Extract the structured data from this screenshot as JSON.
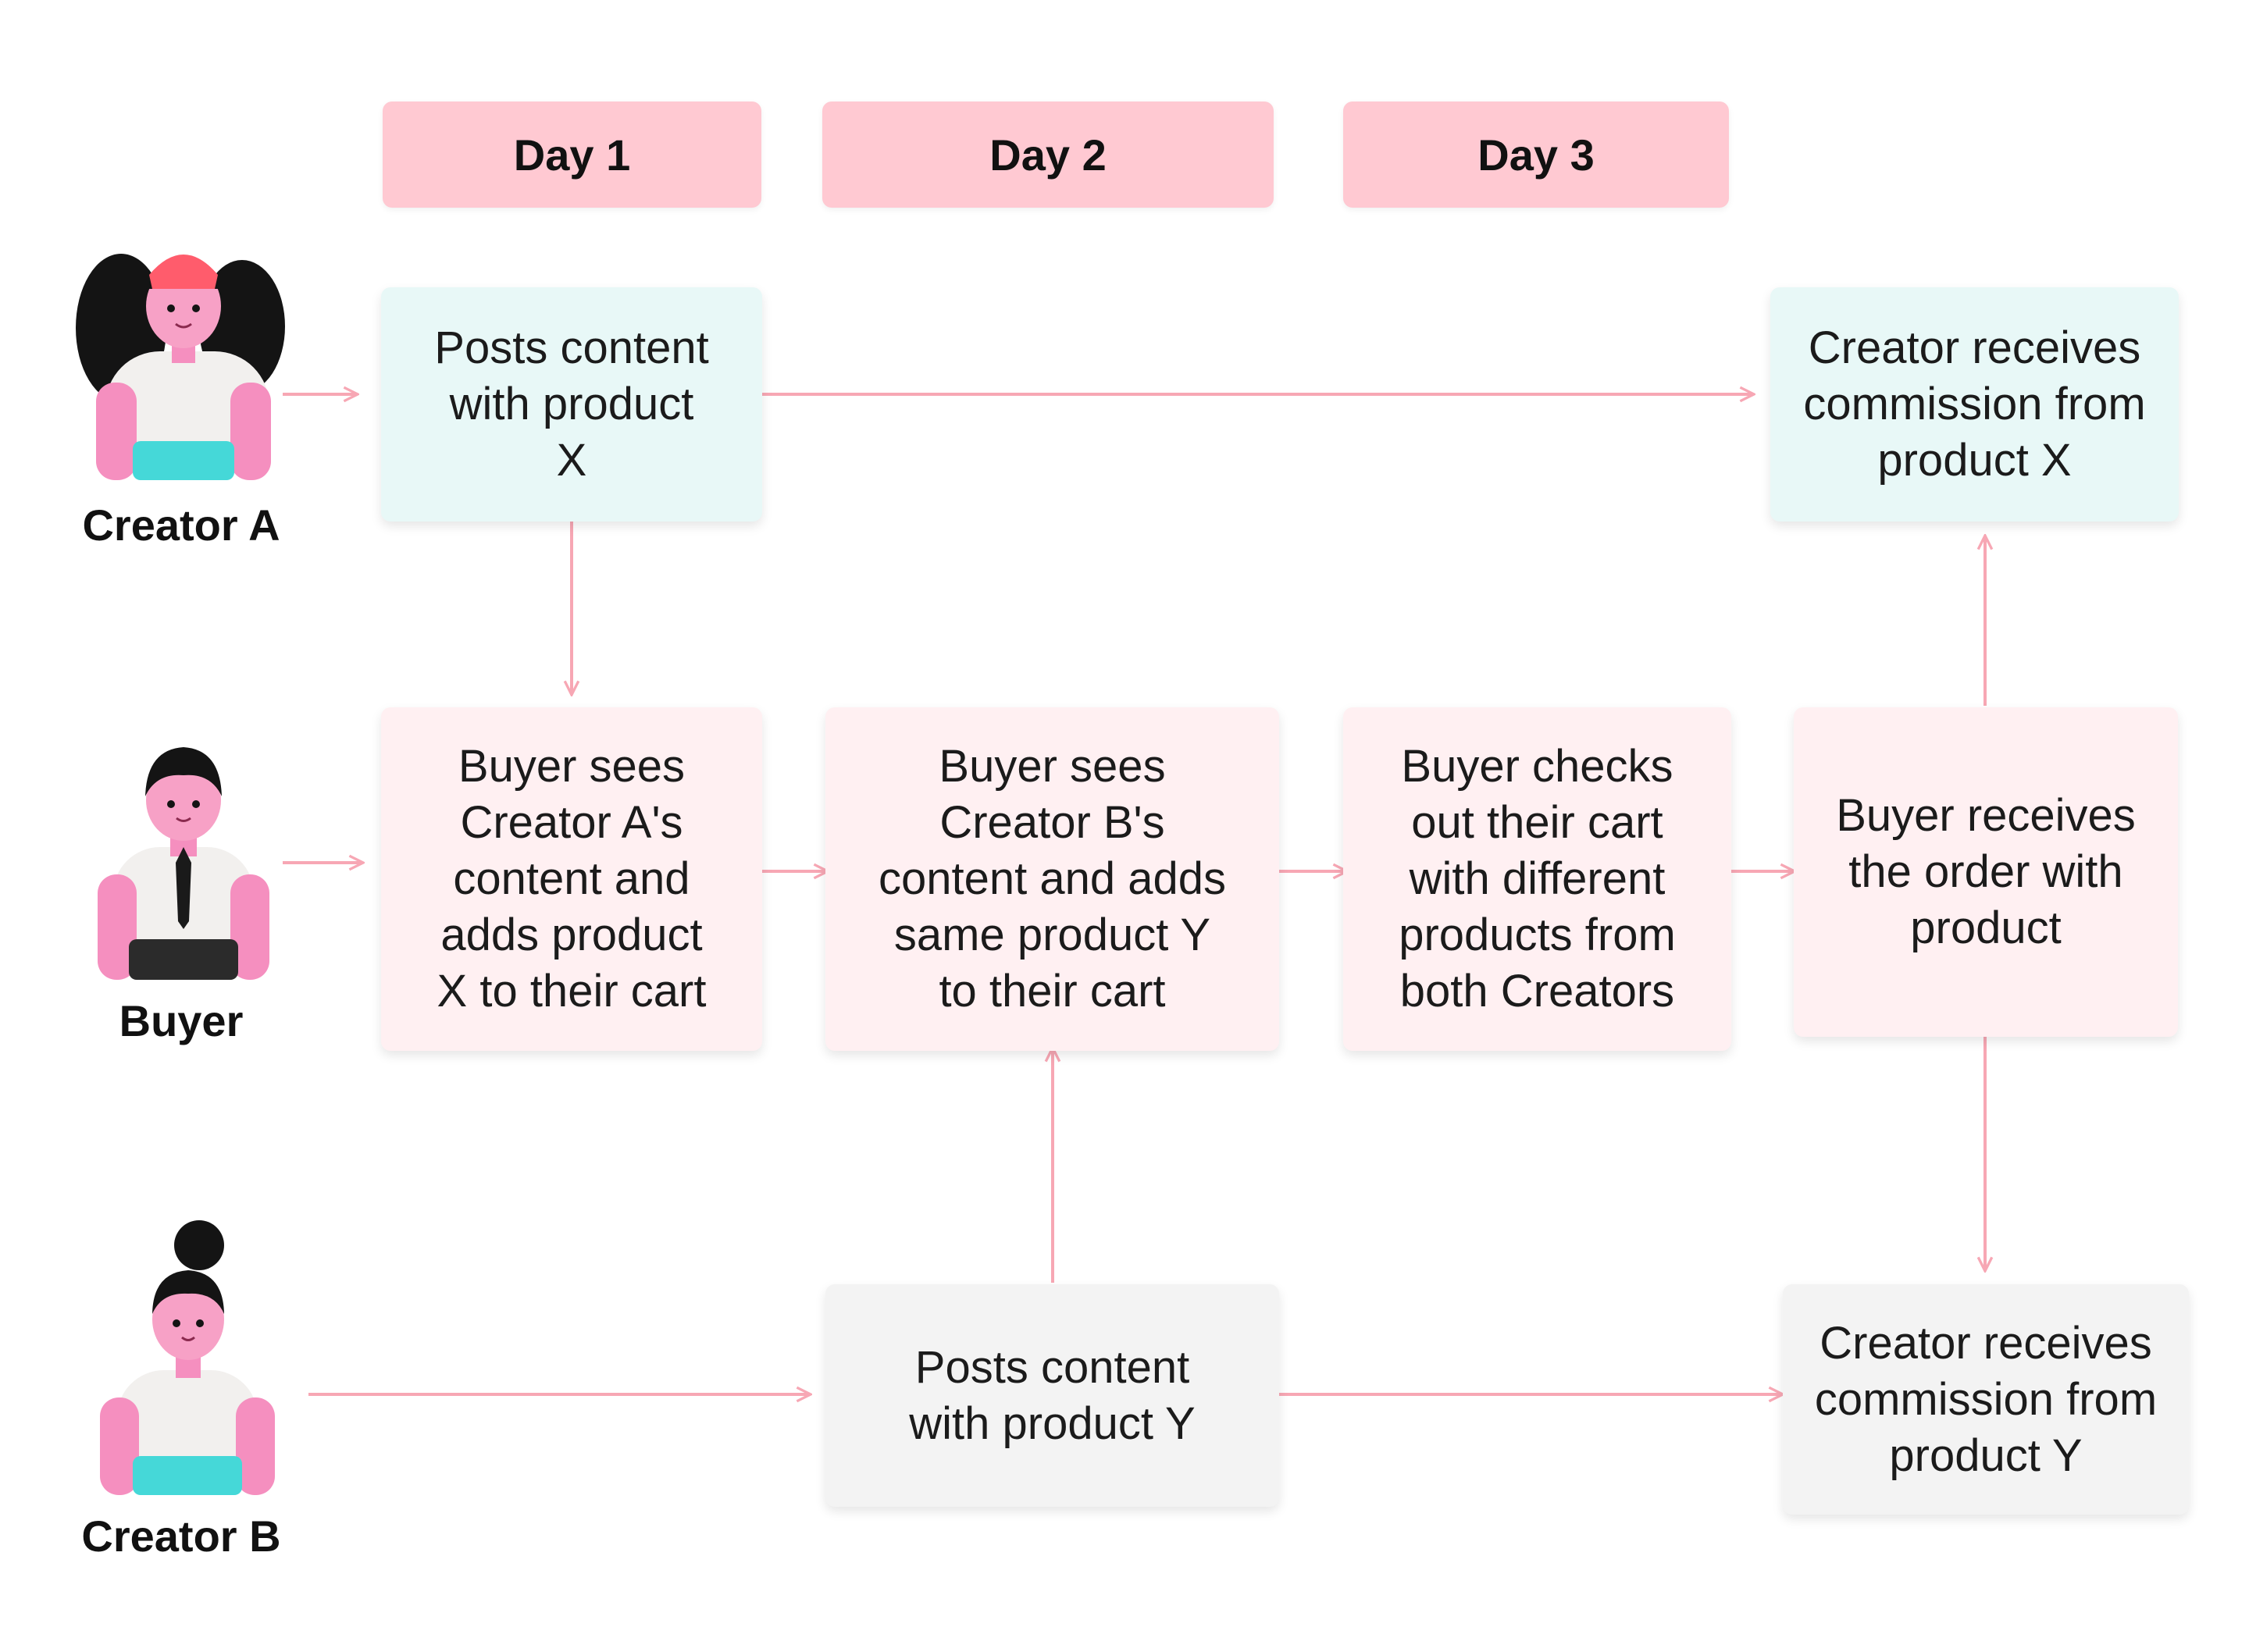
{
  "days": [
    "Day 1",
    "Day 2",
    "Day 3"
  ],
  "actors": {
    "creator_a": "Creator A",
    "buyer": "Buyer",
    "creator_b": "Creator B"
  },
  "boxes": {
    "a_posts": "Posts content\nwith product\nX",
    "a_commission": "Creator receives\ncommission from\nproduct X",
    "buyer_sees_a": "Buyer sees\nCreator A's\ncontent and\nadds product\nX to their cart",
    "buyer_sees_b": "Buyer sees\nCreator B's\ncontent and adds\nsame product Y\nto their cart",
    "buyer_checkout": "Buyer checks\nout their cart\nwith different\nproducts from\nboth Creators",
    "buyer_receives": "Buyer receives\nthe order with\nproduct",
    "b_posts": "Posts content\nwith product Y",
    "b_commission": "Creator receives\ncommission from\nproduct Y"
  },
  "colors": {
    "day_header": "#ffc9d2",
    "arrow": "#f7a7b4",
    "creator_a_box": "#e8f8f7",
    "buyer_box": "#fff0f2",
    "creator_b_box": "#f3f3f3"
  }
}
